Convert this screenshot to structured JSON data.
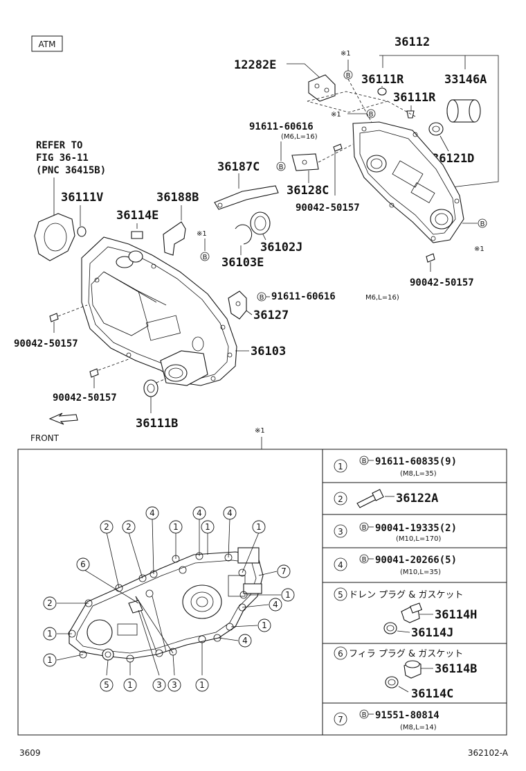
{
  "header": {
    "atm_label": "ATM"
  },
  "note_mark": "※1",
  "front_label": "FRONT",
  "refer": {
    "line1": "REFER TO",
    "line2": "FIG 36-11",
    "line3": "(PNC 36415B)"
  },
  "labels": {
    "p36112": "36112",
    "p12282E": "12282E",
    "p36111R_a": "36111R",
    "p33146A": "33146A",
    "p36111R_b": "36111R",
    "p91611_60616_top": "91611-60616",
    "spec_m6_l16": "(M6,L=16)",
    "p36121D": "36121D",
    "p36187C": "36187C",
    "p36128C": "36128C",
    "p36111V": "36111V",
    "p36188B": "36188B",
    "p36114E": "36114E",
    "p90042_50157_a": "90042-50157",
    "p36102J": "36102J",
    "p36103E": "36103E",
    "p90042_50157_b": "90042-50157",
    "p91611_60616_mid": "91611-60616",
    "spec_m6_l16_mid": "M6,L=16)",
    "p36127": "36127",
    "p90042_50157_c": "90042-50157",
    "p36103": "36103",
    "p90042_50157_d": "90042-50157",
    "p36111B": "36111B"
  },
  "legend": [
    {
      "num": "1",
      "part": "91611-60835(9)",
      "spec": "(M8,L=35)",
      "b": true
    },
    {
      "num": "2",
      "part": "36122A",
      "spec": "",
      "b": false
    },
    {
      "num": "3",
      "part": "90041-19335(2)",
      "spec": "(M10,L=170)",
      "b": true
    },
    {
      "num": "4",
      "part": "90041-20266(5)",
      "spec": "(M10,L=35)",
      "b": true
    },
    {
      "num": "5",
      "title": "ドレン プラグ & ガスケット",
      "part_a": "36114H",
      "part_b": "36114J"
    },
    {
      "num": "6",
      "title": "フィラ プラグ & ガスケット",
      "part_a": "36114B",
      "part_b": "36114C"
    },
    {
      "num": "7",
      "part": "91551-80814",
      "spec": "(M8,L=14)",
      "b": true
    }
  ],
  "footer": {
    "left": "3609",
    "right": "362102-A"
  },
  "callouts": [
    "1",
    "2",
    "3",
    "4",
    "5",
    "6",
    "7"
  ]
}
